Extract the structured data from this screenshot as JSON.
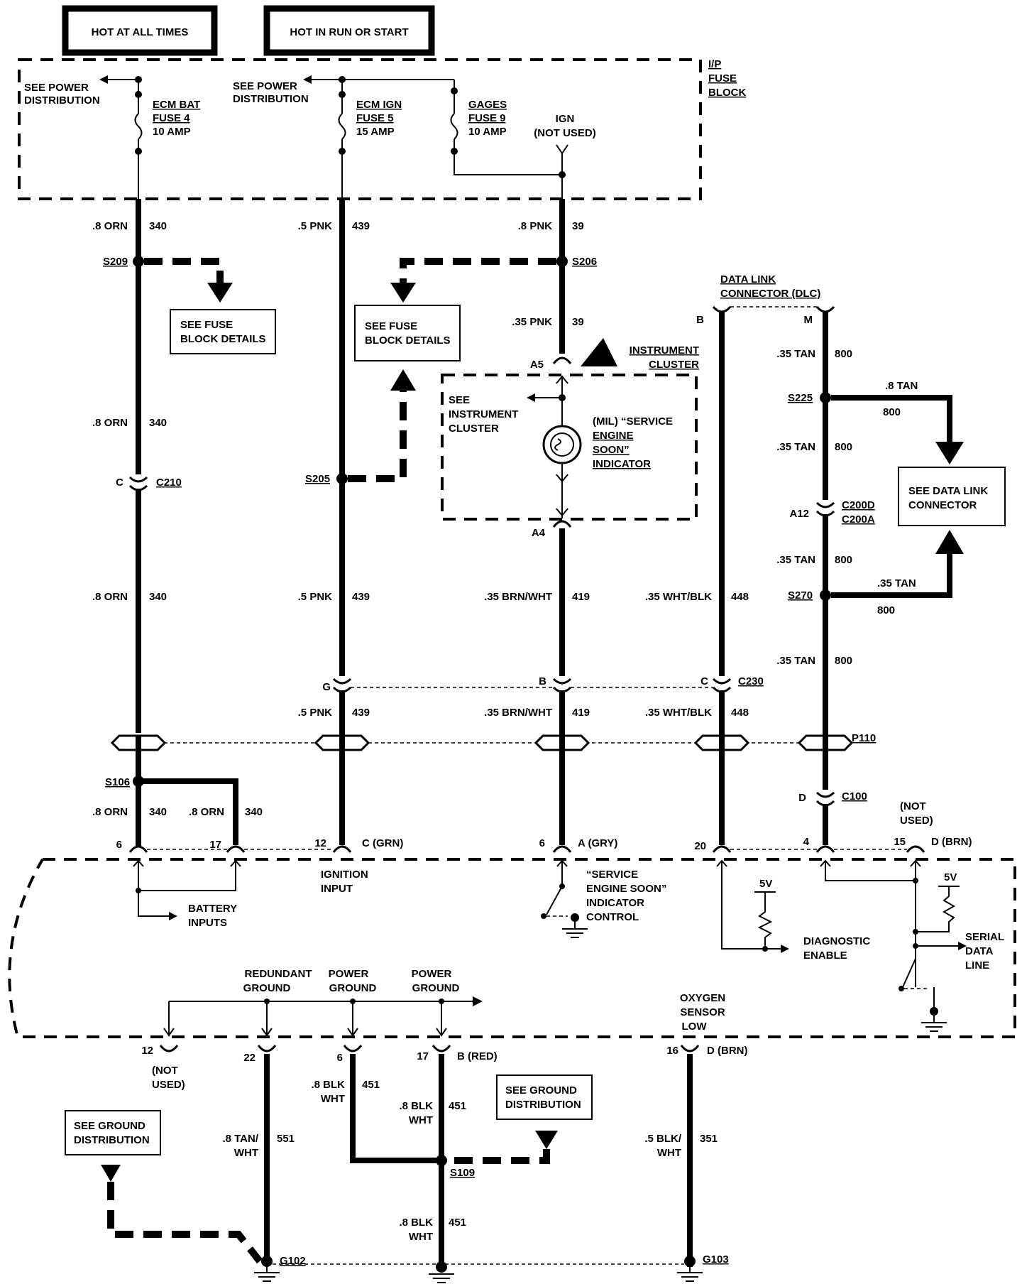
{
  "header": {
    "hot_at_all_times": "HOT AT ALL TIMES",
    "hot_in_run_or_start": "HOT IN RUN OR START"
  },
  "fuse_block": {
    "title_l1": "I/P",
    "title_l2": "FUSE",
    "title_l3": "BLOCK",
    "see_power_dist_l1": "SEE POWER",
    "see_power_dist_l2": "DISTRIBUTION",
    "fuse4_l1": "ECM BAT",
    "fuse4_l2": "FUSE 4",
    "fuse4_l3": "10 AMP",
    "fuse5_l1": "ECM IGN",
    "fuse5_l2": "FUSE 5",
    "fuse5_l3": "15 AMP",
    "fuse9_l1": "GAGES",
    "fuse9_l2": "FUSE 9",
    "fuse9_l3": "10 AMP",
    "ign_l1": "IGN",
    "ign_l2": "(NOT USED)"
  },
  "wires": {
    "orn_08": ".8 ORN",
    "c340": "340",
    "pnk_05": ".5 PNK",
    "c439": "439",
    "pnk_08": ".8 PNK",
    "c39": "39",
    "pnk_035": ".35 PNK",
    "brn_wht_035": ".35 BRN/WHT",
    "c419": "419",
    "wht_blk_035": ".35 WHT/BLK",
    "c448": "448",
    "tan_035": ".35 TAN",
    "tan_08": ".8 TAN",
    "c800": "800",
    "blk_08": ".8 BLK",
    "blk_08_slash": ".8 BLK/",
    "wht": "WHT",
    "c451": "451",
    "tan_08_slash": ".8 TAN/",
    "c551": "551",
    "blk_05_slash": ".5 BLK/",
    "c351": "351"
  },
  "splices": {
    "s209": "S209",
    "s206": "S206",
    "s205": "S205",
    "s225": "S225",
    "s270": "S270",
    "s106": "S106",
    "s109": "S109"
  },
  "connectors": {
    "c210": "C210",
    "c230": "C230",
    "c100": "C100",
    "c200d": "C200D",
    "c200a": "C200A",
    "p110": "P110",
    "g102": "G102",
    "g103": "G103",
    "a5": "A5",
    "a4": "A4",
    "a12": "A12",
    "pin_b": "B",
    "pin_c": "C",
    "pin_g": "G",
    "pin_m": "M",
    "pin_d": "D",
    "pin_6": "6",
    "pin_17": "17",
    "pin_12": "12",
    "pin_20": "20",
    "pin_4": "4",
    "pin_15": "15",
    "pin_22": "22",
    "pin_16": "16",
    "c_grn": "C (GRN)",
    "a_gry": "A (GRY)",
    "d_brn": "D (BRN)",
    "b_red": "B (RED)"
  },
  "boxes": {
    "see_fuse_l1": "SEE FUSE",
    "see_fuse_l2": "BLOCK DETAILS",
    "see_dlc_l1": "SEE DATA LINK",
    "see_dlc_l2": "CONNECTOR",
    "see_ground_l1": "SEE GROUND",
    "see_ground_l2": "DISTRIBUTION"
  },
  "cluster": {
    "instrument_l1": "INSTRUMENT",
    "instrument_l2": "CLUSTER",
    "see_l1": "SEE",
    "see_l2": "INSTRUMENT",
    "see_l3": "CLUSTER",
    "mil_l1": "(MIL) “SERVICE",
    "mil_l2": "ENGINE",
    "mil_l3": "SOON”",
    "mil_l4": "INDICATOR"
  },
  "dlc": {
    "l1": "DATA LINK",
    "l2": "CONNECTOR (DLC)"
  },
  "ecm": {
    "battery_l1": "BATTERY",
    "battery_l2": "INPUTS",
    "ignition_l1": "IGNITION",
    "ignition_l2": "INPUT",
    "ses_l1": "“SERVICE",
    "ses_l2": "ENGINE SOON”",
    "ses_l3": "INDICATOR",
    "ses_l4": "CONTROL",
    "v5": "5V",
    "diag_l1": "DIAGNOSTIC",
    "diag_l2": "ENABLE",
    "serial_l1": "SERIAL",
    "serial_l2": "DATA",
    "serial_l3": "LINE",
    "not_l1": "(NOT",
    "not_l2": "USED)",
    "red_ground_l1": "REDUNDANT",
    "red_ground_l2": "GROUND",
    "power_l1": "POWER",
    "power_l2": "GROUND",
    "oxy_l1": "OXYGEN",
    "oxy_l2": "SENSOR",
    "oxy_l3": "LOW"
  }
}
